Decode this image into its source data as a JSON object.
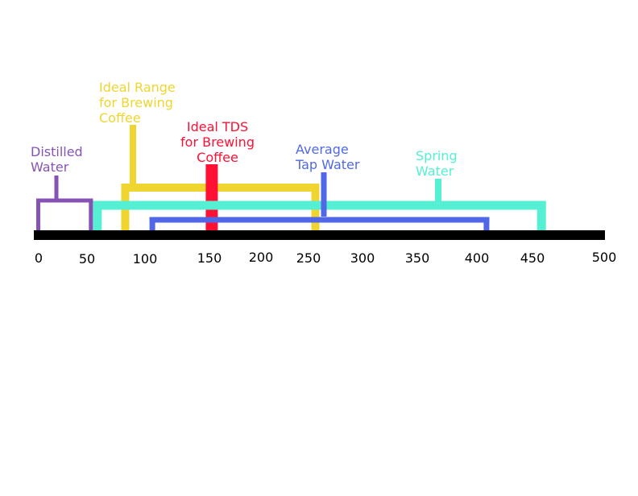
{
  "chart_data": {
    "type": "range-bracket",
    "xlim": [
      0,
      500
    ],
    "ticks": [
      0,
      50,
      100,
      150,
      200,
      250,
      300,
      350,
      400,
      450,
      500
    ],
    "axis_color": "#000000",
    "ranges": [
      {
        "id": "distilled",
        "label": [
          "Distilled",
          "Water"
        ],
        "from": 0,
        "to": 50,
        "color": "#8553b4"
      },
      {
        "id": "spring",
        "label": [
          "Spring",
          "Water"
        ],
        "from": 50,
        "to": 450,
        "color": "#55f0d3"
      },
      {
        "id": "ideal-range",
        "label": [
          "Ideal Range",
          "for Brewing",
          "Coffee"
        ],
        "from": 75,
        "to": 250,
        "color": "#f0d530"
      },
      {
        "id": "tap",
        "label": [
          "Average",
          "Tap Water"
        ],
        "from": 100,
        "to": 400,
        "color": "#5068e8"
      }
    ],
    "markers": [
      {
        "id": "ideal-tds",
        "label": [
          "Ideal TDS",
          "for Brewing",
          "Coffee"
        ],
        "value": 150,
        "color": "#ff1133"
      }
    ]
  }
}
